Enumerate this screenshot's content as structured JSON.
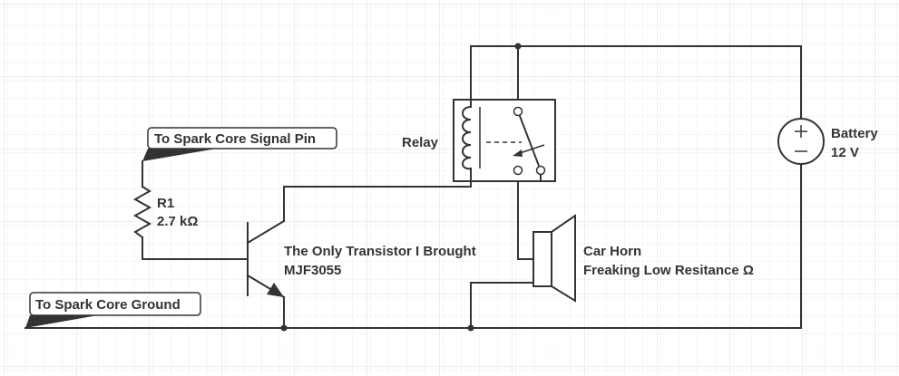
{
  "colors": {
    "wire": "#333333",
    "grid": "#e6e6e6",
    "background": "#ffffff"
  },
  "labels": {
    "signal_pin": "To Spark Core Signal Pin",
    "ground": "To Spark Core Ground",
    "resistor_name": "R1",
    "resistor_value": "2.7 kΩ",
    "relay": "Relay",
    "transistor_desc": "The Only Transistor I Brought",
    "transistor_part": "MJF3055",
    "horn_name": "Car Horn",
    "horn_desc": "Freaking Low Resitance Ω",
    "battery_name": "Battery",
    "battery_voltage": "12 V"
  },
  "icons": {
    "resistor": "resistor-zigzag-icon",
    "transistor": "npn-transistor-icon",
    "relay": "relay-coil-switch-icon",
    "horn": "speaker-icon",
    "battery": "dc-source-icon"
  }
}
